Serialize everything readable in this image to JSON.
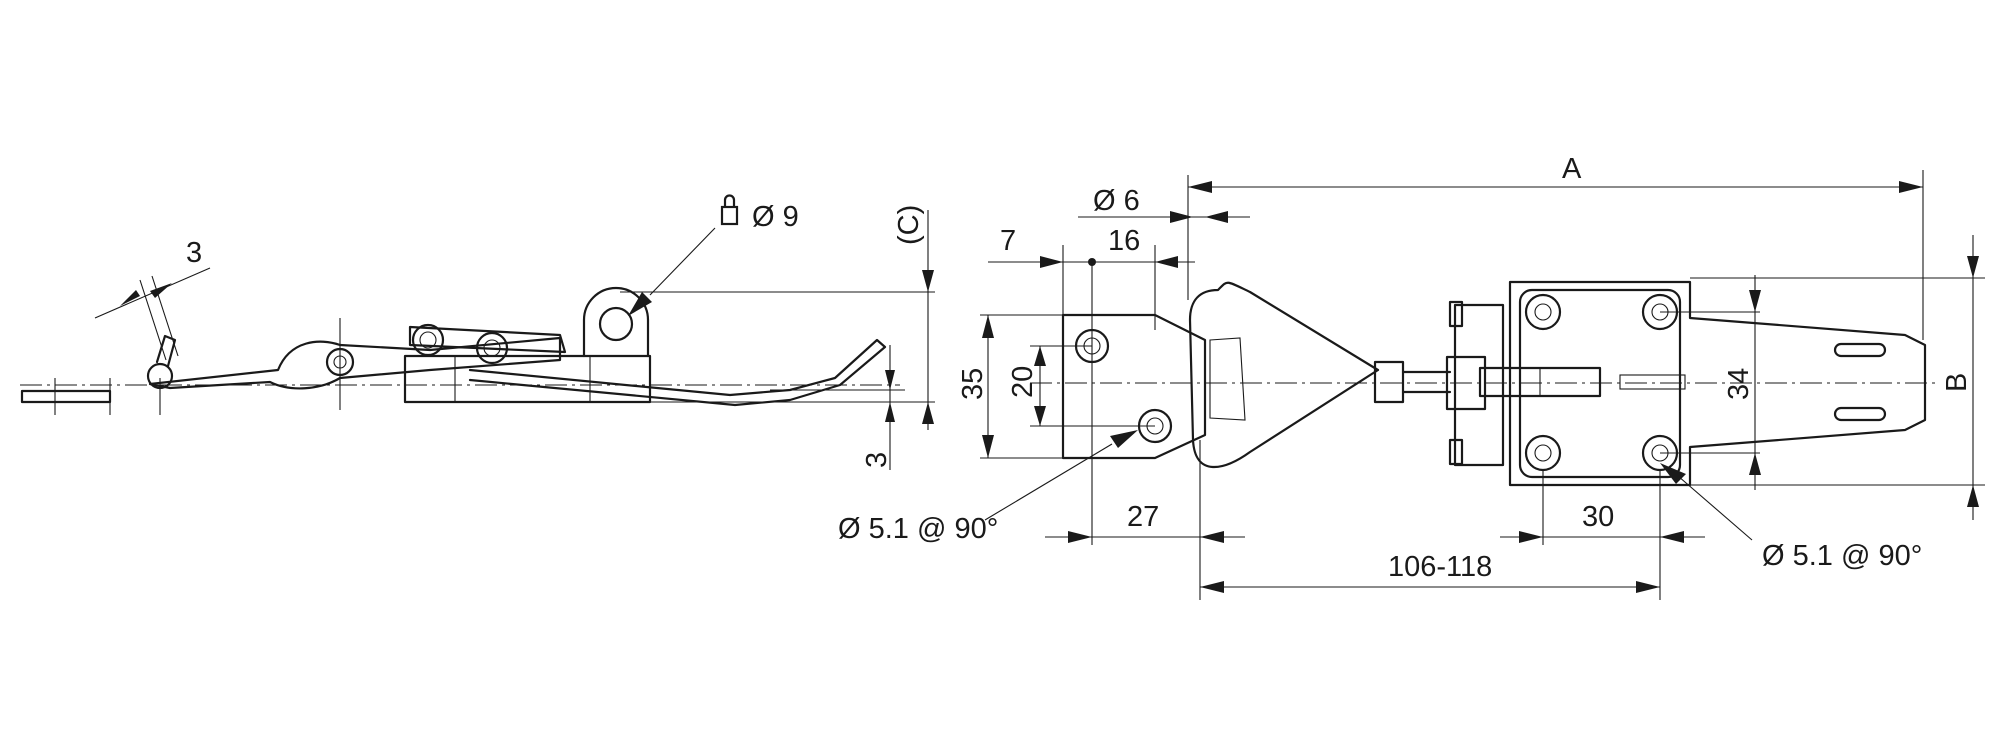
{
  "drawing": {
    "left_view": {
      "thickness_top": "3",
      "lock_hole": "Ø 9",
      "clamp_height": "(C)",
      "thickness_bottom": "3"
    },
    "right_view": {
      "overall_length": "A",
      "pin_diameter": "Ø 6",
      "edge_offset": "7",
      "hole_offset": "16",
      "strike_height": "35",
      "hole_spacing_v": "20",
      "mount_hole_left": "Ø 5.1 @ 90°",
      "strike_hole_offset": "27",
      "latch_hole_spacing": "30",
      "adjust_range": "106-118",
      "latch_hole_spacing_v": "34",
      "base_width": "B",
      "mount_hole_right": "Ø 5.1 @ 90°"
    }
  },
  "colors": {
    "line": "#1a1a1a",
    "background": "#ffffff"
  },
  "icons": {
    "lock": "padlock-icon"
  }
}
